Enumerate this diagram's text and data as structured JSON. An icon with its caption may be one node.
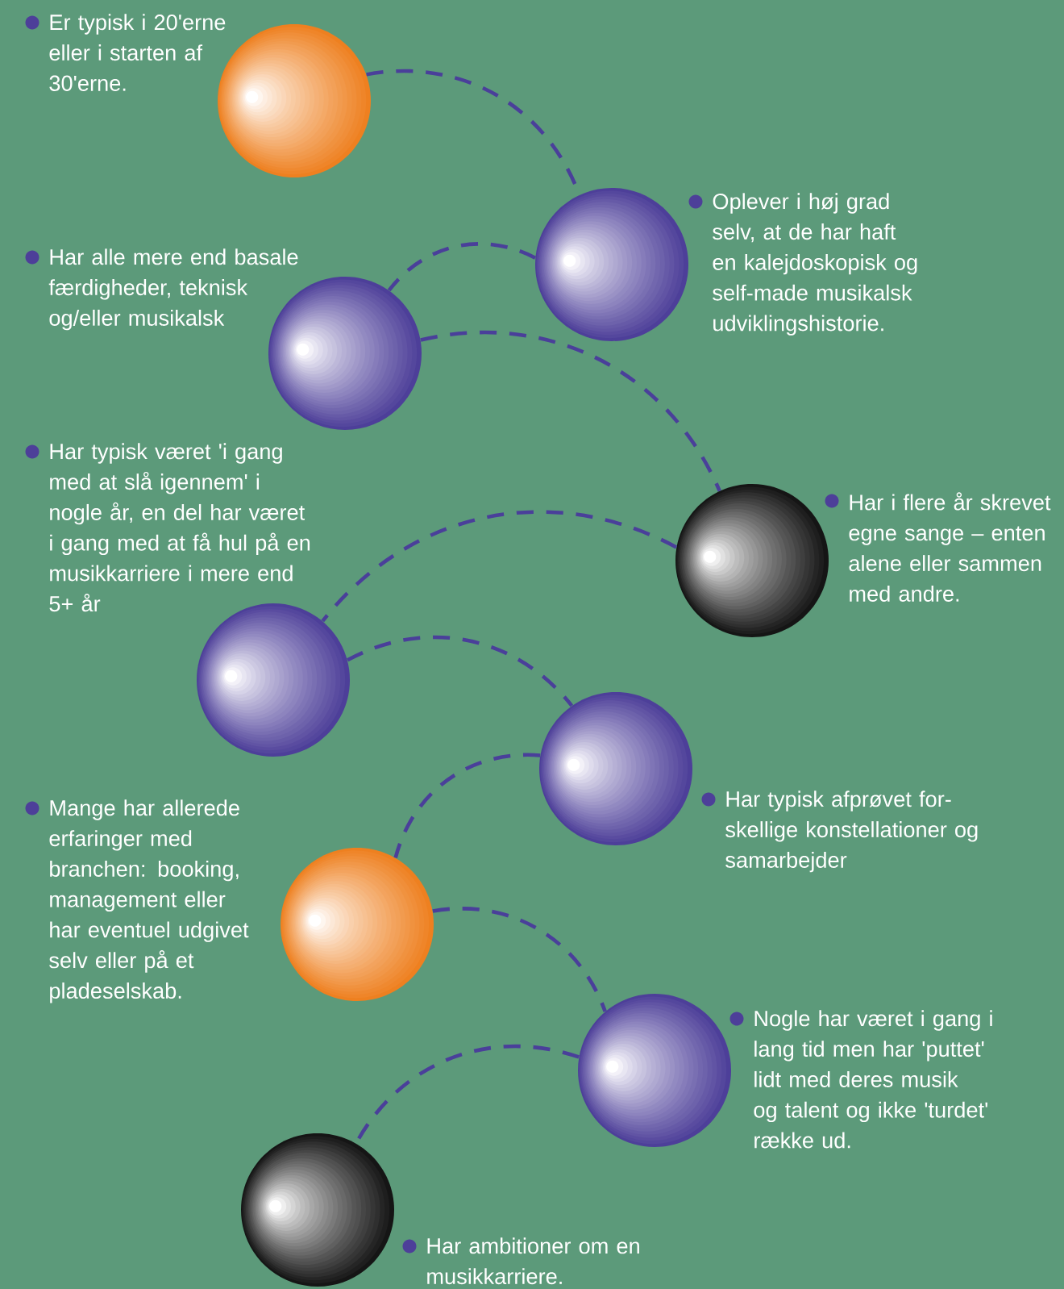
{
  "diagram": {
    "nodes": [
      {
        "text": [],
        "shape": "circle",
        "beside": [
          "Er typisk i 20'erne eller i starten af 30'erne."
        ]
      },
      {
        "text": [],
        "shape": "circle",
        "beside": [
          "Oplever i høj grad selv, at de har haft en kalejdoskopisk og self-made musikalsk udviklingshistorie."
        ]
      },
      {
        "text": [],
        "shape": "circle",
        "beside": [
          "Har alle mere end basale færdigheder, teknisk og/eller musikalsk"
        ]
      },
      {
        "text": [],
        "shape": "circle",
        "beside": [
          "Har i flere år skrevet egne sange – enten alene eller sammen med andre."
        ]
      },
      {
        "text": [],
        "shape": "circle",
        "beside": [
          "Har typisk været 'i gang med at slå igennem' i nogle år, en del har været i gang med at få hul på en musikkarriere i mere end 5+ år"
        ]
      },
      {
        "text": [],
        "shape": "circle",
        "beside": [
          "Har typisk afprøvet for-skellige konstellationer og samarbejder"
        ]
      },
      {
        "text": [],
        "shape": "circle",
        "beside": [
          "Mange har allerede erfaringer med branchen: booking, management eller har eventuel udgivet selv eller på et pladeselskab."
        ]
      },
      {
        "text": [],
        "shape": "circle",
        "beside": [
          "Nogle har været i gang i lang tid men har 'puttet' lidt med deres musik og talent og ikke 'turdet' række ud."
        ]
      },
      {
        "text": [],
        "shape": "circle",
        "beside": [
          "Har ambitioner om en musikkarriere."
        ]
      }
    ],
    "edges": [
      {
        "from": 0,
        "to": 1,
        "arrow": "none",
        "style": "dashed"
      },
      {
        "from": 1,
        "to": 2,
        "arrow": "none",
        "style": "dashed"
      },
      {
        "from": 2,
        "to": 3,
        "arrow": "none",
        "style": "dashed"
      },
      {
        "from": 3,
        "to": 4,
        "arrow": "none",
        "style": "dashed"
      },
      {
        "from": 4,
        "to": 5,
        "arrow": "none",
        "style": "dashed"
      },
      {
        "from": 5,
        "to": 6,
        "arrow": "none",
        "style": "dashed"
      },
      {
        "from": 6,
        "to": 7,
        "arrow": "none",
        "style": "dashed"
      },
      {
        "from": 7,
        "to": 8,
        "arrow": "none",
        "style": "dashed"
      }
    ]
  }
}
